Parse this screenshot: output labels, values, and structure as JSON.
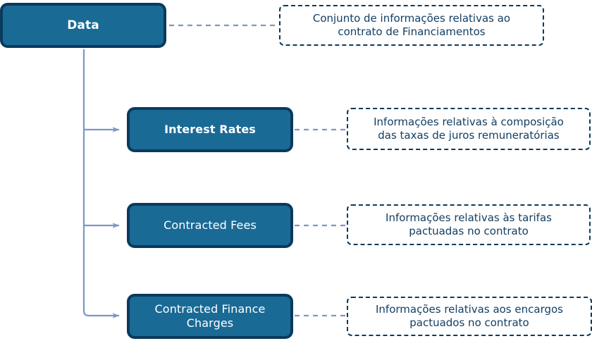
{
  "diagram": {
    "type": "tree",
    "orientation": "vertical-spine-left",
    "root": {
      "label": "Data",
      "note": "Conjunto de informações relativas ao\ncontrato de Financiamentos"
    },
    "children": [
      {
        "label": "Interest Rates",
        "note": "Informações relativas à composição\ndas taxas de juros remuneratórias"
      },
      {
        "label": "Contracted Fees",
        "note": "Informações relativas às tarifas\npactuadas no contrato"
      },
      {
        "label": "Contracted Finance\nCharges",
        "note": "Informações relativas aos encargos\npactuados no contrato"
      }
    ]
  },
  "colors": {
    "node_fill": "#1a6a96",
    "node_border": "#0a3a5c",
    "node_text": "#ffffff",
    "note_fill": "#ffffff",
    "note_border": "#0a3a5c",
    "note_text": "#123f63",
    "connector": "#7b96c8",
    "background": "#ffffff"
  }
}
